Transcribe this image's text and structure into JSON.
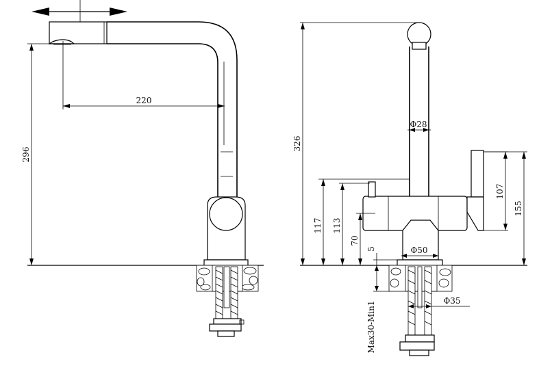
{
  "diagram": {
    "left_view": {
      "dimensions": {
        "spout_reach": "220",
        "total_height": "296"
      }
    },
    "right_view": {
      "dimensions": {
        "total_height": "326",
        "spout_diameter": "Φ28",
        "handle_height": "107",
        "body_height_155": "155",
        "height_117": "117",
        "height_113": "113",
        "height_70": "70",
        "base_5": "5",
        "base_diameter": "Φ50",
        "hole_diameter": "Φ35",
        "countertop_thickness": "Max30-Min1"
      }
    }
  }
}
